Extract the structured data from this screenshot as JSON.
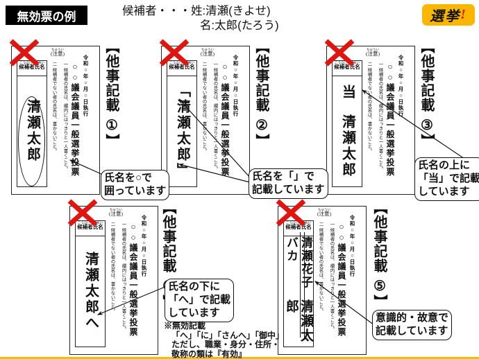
{
  "page": {
    "title": "無効票の例",
    "candidate_line1": "候補者・・・姓:清瀬(きよせ)",
    "candidate_line2": "名:太郎(たろう)",
    "badge_text": "選挙",
    "badge_bang": "!"
  },
  "ballot_common": {
    "date_line": "令和○年○月○日執行",
    "election_title": "○○議会議員一般選挙投票",
    "notice_ruby": "ちゅうい",
    "notice_heading": "(注意)",
    "note1": "一 候補者の氏名は、欄内にはっきりと一人書くこと。",
    "note2": "二 候補者でない者の氏名は、書かないこと。",
    "name_header_ruby": "こうほしゃしめい",
    "name_header": "候補者氏名"
  },
  "ballots": [
    {
      "label": "【他事記載 ①】",
      "name": "清瀬太郎"
    },
    {
      "label": "【他事記載 ②】",
      "name": "「清瀬太郎」"
    },
    {
      "label": "【他事記載 ③】",
      "name_prefix": "当",
      "name": "清瀬太郎"
    },
    {
      "label": "【他事記載 ④】",
      "name": "清瀬太郎へ"
    },
    {
      "label": "【他事記載 ⑤】",
      "name_right": "清瀬花子バカ",
      "name_left": "清瀬太郎"
    }
  ],
  "callouts": [
    {
      "line1": "氏名を○で",
      "line2": "囲っています"
    },
    {
      "line1": "氏名を「」で",
      "line2": "記載しています"
    },
    {
      "line1": "氏名の上に",
      "line2": "「当」で記載",
      "line3": "しています"
    },
    {
      "line1": "氏名の下に",
      "line2": "「へ」で記載",
      "line3": "しています"
    },
    {
      "line1": "意識的・故意で",
      "line2": "記載しています"
    }
  ],
  "footnote": {
    "line1": "※無効記載",
    "line2": "「へ」「に」「さんへ」「御中」",
    "line3": "ただし、職業・身分・住所・",
    "line4": "敬称の類は『有効』"
  },
  "colors": {
    "badge_bg": "#FBB700",
    "cross_red": "#E0150F",
    "bottom_bar": "#EFC100"
  }
}
